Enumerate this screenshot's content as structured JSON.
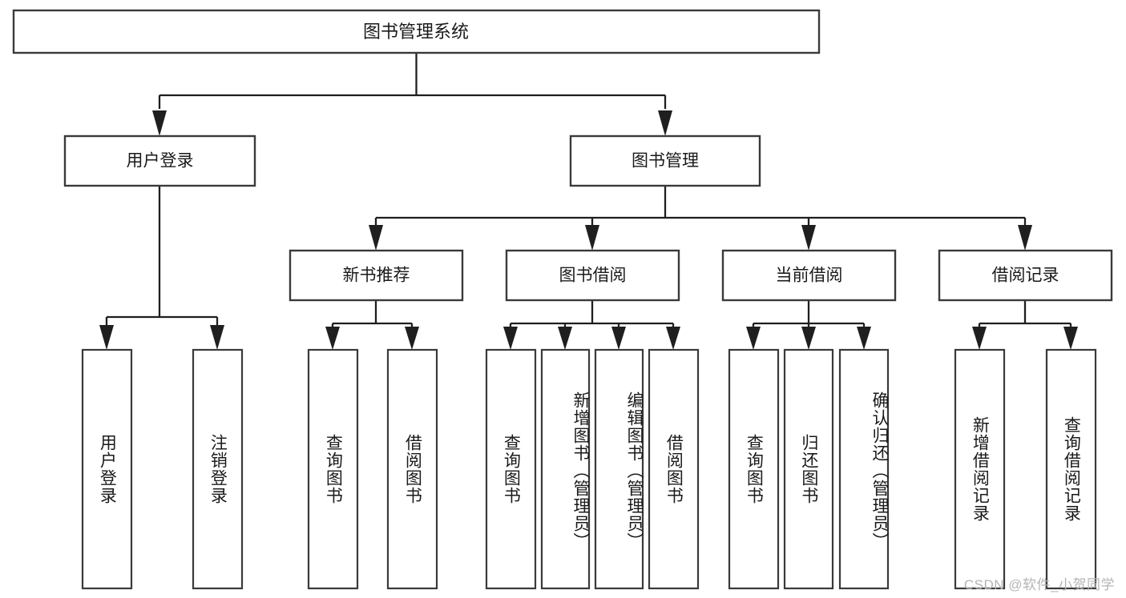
{
  "diagram": {
    "type": "tree",
    "title": "图书管理系统",
    "root": {
      "label": "图书管理系统"
    },
    "level1": [
      {
        "label": "用户登录"
      },
      {
        "label": "图书管理"
      }
    ],
    "level2": [
      {
        "label": "新书推荐",
        "parent": "图书管理"
      },
      {
        "label": "图书借阅",
        "parent": "图书管理"
      },
      {
        "label": "当前借阅",
        "parent": "图书管理"
      },
      {
        "label": "借阅记录",
        "parent": "图书管理"
      }
    ],
    "leaves": {
      "user_login": [
        {
          "label": "用户登录"
        },
        {
          "label": "注销登录"
        }
      ],
      "new_book_recommend": [
        {
          "label": "查询图书"
        },
        {
          "label": "借阅图书"
        }
      ],
      "book_borrow": [
        {
          "label": "查询图书"
        },
        {
          "label": "新增图书（管理员）"
        },
        {
          "label": "编辑图书（管理员）"
        },
        {
          "label": "借阅图书"
        }
      ],
      "current_borrow": [
        {
          "label": "查询图书"
        },
        {
          "label": "归还图书"
        },
        {
          "label": "确认归还（管理员）"
        }
      ],
      "borrow_record": [
        {
          "label": "新增借阅记录"
        },
        {
          "label": "查询借阅记录"
        }
      ]
    }
  },
  "watermark": {
    "text": "CSDN @软件_小贺同学"
  },
  "colors": {
    "box_stroke": "#3a3a3a",
    "connector": "#1f1f1f",
    "text": "#1a1a1a",
    "background": "#ffffff",
    "watermark": "#b4b4b4"
  }
}
